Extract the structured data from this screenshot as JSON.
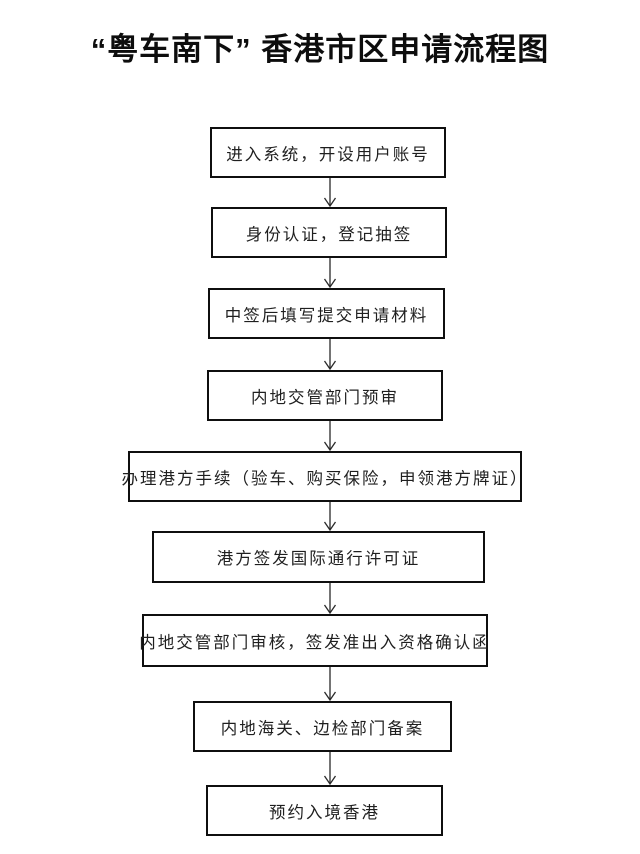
{
  "title": "“粤车南下” 香港市区申请流程图",
  "flowchart": {
    "direction": "top-to-bottom",
    "steps": [
      {
        "id": 1,
        "label": "进入系统，开设用户账号"
      },
      {
        "id": 2,
        "label": "身份认证，登记抽签"
      },
      {
        "id": 3,
        "label": "中签后填写提交申请材料"
      },
      {
        "id": 4,
        "label": "内地交管部门预审"
      },
      {
        "id": 5,
        "label": "办理港方手续（验车、购买保险，申领港方牌证）"
      },
      {
        "id": 6,
        "label": "港方签发国际通行许可证"
      },
      {
        "id": 7,
        "label": "内地交管部门审核，签发准出入资格确认函"
      },
      {
        "id": 8,
        "label": "内地海关、边检部门备案"
      },
      {
        "id": 9,
        "label": "预约入境香港"
      }
    ],
    "connector": "down-arrow"
  },
  "colors": {
    "background": "#ffffff",
    "box_border": "#0f0f0f",
    "text": "#1f1f1f",
    "title_text": "#0d0d0d"
  }
}
